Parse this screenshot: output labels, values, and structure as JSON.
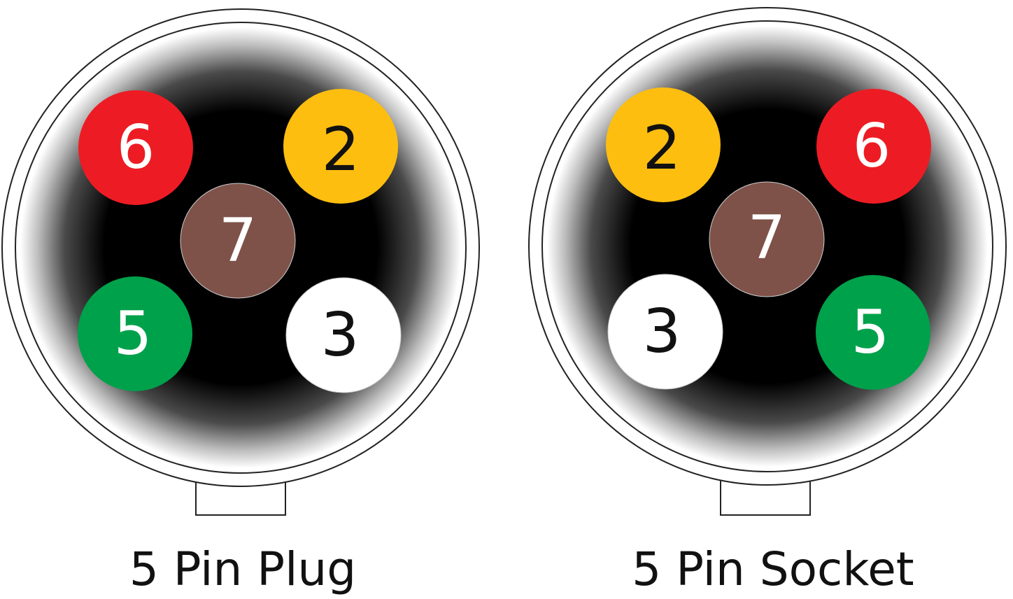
{
  "colors": {
    "red": "#ED1C24",
    "yellow": "#FDBE10",
    "brown": "#7E5249",
    "green": "#00A14B",
    "white": "#FFFFFF",
    "face": "#000000",
    "outline": "#222222",
    "text_light": "#FFFFFF",
    "text_dark": "#111111"
  },
  "connectors": [
    {
      "caption": "5 Pin Plug",
      "pins": [
        {
          "label": "6",
          "color": "red"
        },
        {
          "label": "2",
          "color": "yellow"
        },
        {
          "label": "7",
          "color": "brown"
        },
        {
          "label": "5",
          "color": "green"
        },
        {
          "label": "3",
          "color": "white"
        }
      ]
    },
    {
      "caption": "5 Pin Socket",
      "pins": [
        {
          "label": "2",
          "color": "yellow"
        },
        {
          "label": "6",
          "color": "red"
        },
        {
          "label": "7",
          "color": "brown"
        },
        {
          "label": "3",
          "color": "white"
        },
        {
          "label": "5",
          "color": "green"
        }
      ]
    }
  ]
}
